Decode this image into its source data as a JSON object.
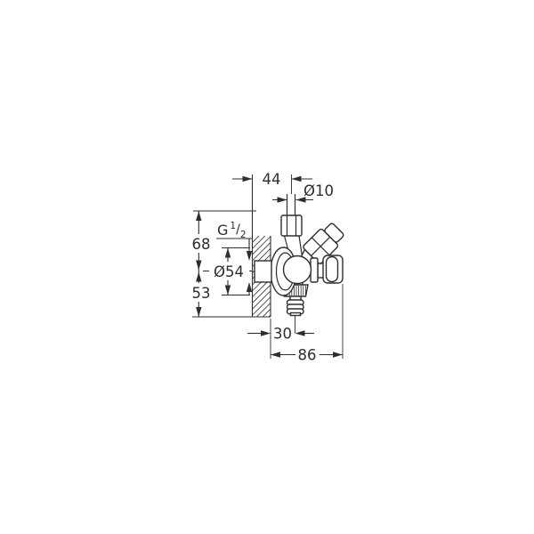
{
  "drawing": {
    "type": "technical-dimension-drawing",
    "subject": "combination-angle-valve",
    "background": "#ffffff",
    "line_color": "#2e2e2e",
    "dimensions": {
      "wall_to_pipe_axis": "44",
      "pipe_diameter": "Ø10",
      "rosette_diameter": "Ø54",
      "height_above_axis": "68",
      "height_below_axis": "53",
      "wall_to_hose_axis": "30",
      "overall_depth": "86",
      "thread": {
        "prefix": "G",
        "numerator": "1",
        "slash": "/",
        "denominator": "2"
      }
    }
  }
}
